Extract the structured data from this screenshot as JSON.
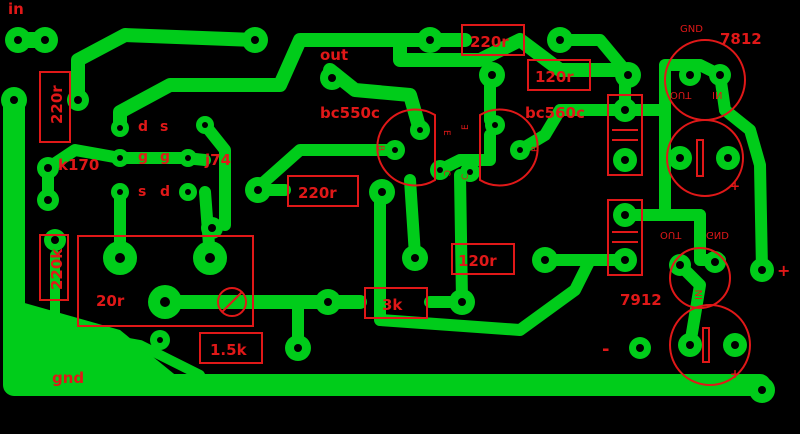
{
  "board": {
    "colors": {
      "background": "#000000",
      "copper": "#00cc1a",
      "silkscreen": "#e01818"
    },
    "labels": {
      "in": "in",
      "out": "out",
      "gnd": "gnd",
      "r_top_left": "220r",
      "r_top_center": "220r",
      "r_120_top": "120r",
      "r_220_mid": "220r",
      "r_120_mid": "120r",
      "r_3k": "3k",
      "r_1k5": "1.5k",
      "r_220k": "220k",
      "r_20r": "20r",
      "k170": "k170",
      "j74": "j74",
      "pin_d1": "d",
      "pin_s1": "s",
      "pin_g1": "g",
      "pin_g2": "g",
      "pin_s2": "s",
      "pin_d2": "d",
      "bc550c": "bc550c",
      "bc560c": "bc560c",
      "q1_e": "E",
      "q1_b": "B",
      "q1_c": "C",
      "q2_e": "E",
      "q2_b": "B",
      "q2_c": "C",
      "vr_7812": "7812",
      "vr_7912": "7912",
      "gnd_7812": "GND",
      "out_7812": "OUT",
      "in_7812": "IN",
      "out_7912": "OUT",
      "gnd_7912": "GND",
      "in_7912": "IN",
      "plus_terminal": "+",
      "minus_terminal": "-",
      "cap_plus_1": "+",
      "cap_plus_2": "+"
    }
  }
}
